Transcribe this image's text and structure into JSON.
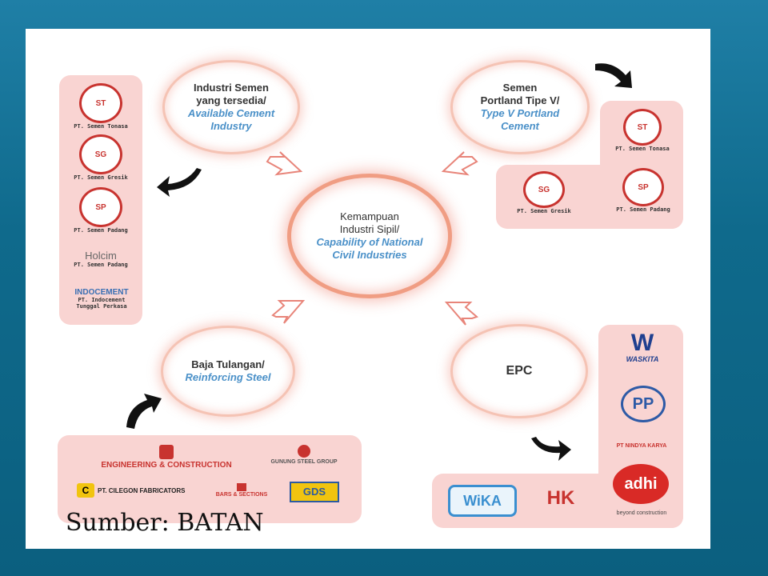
{
  "source": "Sumber: BATAN",
  "center": {
    "line1": "Kemampuan",
    "line2": "Industri Sipil/",
    "line3": "Capability of National",
    "line4": "Civil Industries"
  },
  "top_left": {
    "line1": "Industri Semen",
    "line2": "yang tersedia/",
    "line3": "Available Cement",
    "line4": "Industry"
  },
  "top_right": {
    "line1": "Semen",
    "line2": "Portland Tipe V/",
    "line3": "Type V Portland",
    "line4": "Cement"
  },
  "bottom_left": {
    "line1": "Baja Tulangan/",
    "line2": "Reinforcing Steel"
  },
  "bottom_right": {
    "line1": "EPC"
  },
  "left_panel": [
    {
      "caption": "PT. Semen Tonasa",
      "mark": "ST"
    },
    {
      "caption": "PT. Semen Gresik",
      "mark": "SG"
    },
    {
      "caption": "PT. Semen Padang",
      "mark": "SP"
    },
    {
      "caption": "PT. Semen Padang",
      "mark": "Holcim"
    },
    {
      "caption": "PT. Indocement",
      "caption2": "Tunggal Perkasa",
      "mark": "INDOCEMENT"
    }
  ],
  "right_top_panel": [
    {
      "caption": "PT. Semen Tonasa",
      "mark": "ST"
    },
    {
      "caption": "PT. Semen Gresik",
      "mark": "SG"
    },
    {
      "caption": "PT. Semen Padang",
      "mark": "SP"
    }
  ],
  "steel_panel": {
    "ks_text": "ENGINEERING & CONSTRUCTION",
    "gunung_text": "GUNUNG STEEL GROUP",
    "cilegon_text": "PT. CILEGON FABRICATORS",
    "bars_text": "BARS & SECTIONS",
    "gds_text": "GDS"
  },
  "epc_panel": {
    "waskita": "WASKITA",
    "pp": "PP",
    "nindya": "PT NINDYA KARYA",
    "adhi": "adhi",
    "adhi_tag": "beyond construction",
    "wika": "WiKA",
    "hk": "HK"
  },
  "colors": {
    "accent": "#c8332f",
    "panel": "#f9d4d2",
    "blue_text": "#4a90c8"
  }
}
